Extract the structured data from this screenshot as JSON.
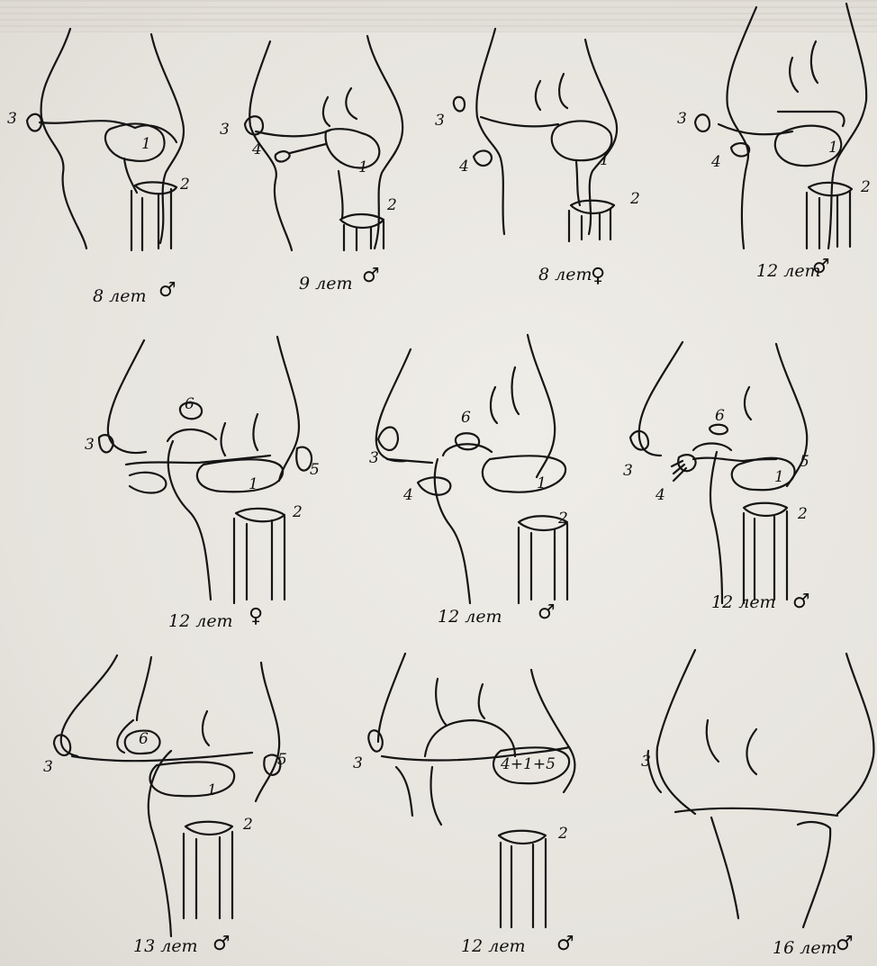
{
  "figure": {
    "panels": [
      {
        "caption": "8 лет",
        "sex": "♂",
        "labels": [
          "1",
          "2",
          "3"
        ]
      },
      {
        "caption": "9 лет",
        "sex": "♂",
        "labels": [
          "1",
          "2",
          "3",
          "4"
        ]
      },
      {
        "caption": "8 лет",
        "sex": "♀",
        "labels": [
          "1",
          "2",
          "3",
          "4"
        ]
      },
      {
        "caption": "12 лет",
        "sex": "♂",
        "labels": [
          "1",
          "2",
          "3",
          "4"
        ]
      },
      {
        "caption": "12 лет",
        "sex": "♀",
        "labels": [
          "1",
          "2",
          "3",
          "5",
          "6"
        ]
      },
      {
        "caption": "12 лет",
        "sex": "♂",
        "labels": [
          "1",
          "2",
          "3",
          "4",
          "6"
        ]
      },
      {
        "caption": "12 лет",
        "sex": "♂",
        "labels": [
          "1",
          "2",
          "3",
          "4",
          "5",
          "6"
        ]
      },
      {
        "caption": "13 лет",
        "sex": "♂",
        "labels": [
          "1",
          "2",
          "3",
          "5",
          "6"
        ]
      },
      {
        "caption": "12 лет",
        "sex": "♂",
        "labels": [
          "2",
          "3",
          "4+1+5"
        ]
      },
      {
        "caption": "16 лет",
        "sex": "♂",
        "labels": [
          "3"
        ]
      }
    ]
  }
}
